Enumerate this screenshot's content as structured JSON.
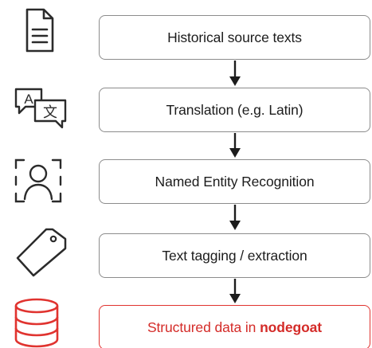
{
  "steps": [
    {
      "label": "Historical source texts",
      "icon": "document-icon"
    },
    {
      "label": "Translation (e.g. Latin)",
      "icon": "translate-icon"
    },
    {
      "label": "Named Entity Recognition",
      "icon": "person-recognition-icon"
    },
    {
      "label": "Text tagging / extraction",
      "icon": "tag-icon"
    },
    {
      "label_prefix": "Structured data in ",
      "label_strong": "nodegoat",
      "icon": "database-icon"
    }
  ],
  "translate_icon": {
    "source_glyph": "A",
    "target_glyph": "文"
  },
  "colors": {
    "stroke": "#2b2b2b",
    "box_border": "#8c8c8c",
    "accent": "#e0332f"
  }
}
